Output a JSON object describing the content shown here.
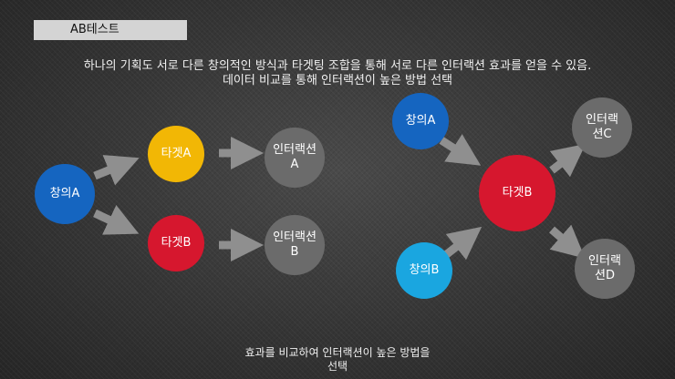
{
  "header": {
    "tag": "AB테스트"
  },
  "description": {
    "line1": "하나의 기획도 서로 다른 창의적인 방식과 타겟팅 조합을 통해 서로 다른 인터랙션 효과를 얻을  수 있음.",
    "line2": "데이터 비교를 통해 인터랙션이 높은 방법 선택"
  },
  "left_diagram": {
    "source": "창의A",
    "target_a": "타겟A",
    "target_b": "타겟B",
    "result_a": "인터랙션\nA",
    "result_b": "인터랙션\nB"
  },
  "right_diagram": {
    "source_a": "창의A",
    "source_b": "창의B",
    "target": "타겟B",
    "result_c": "인터랙\n션C",
    "result_d": "인터랙\n션D"
  },
  "footer": {
    "line1": "효과를 비교하여 인터랙션이 높은 방법을",
    "line2": "선택"
  },
  "colors": {
    "blue": "#1565c0",
    "yellow": "#f2b705",
    "red": "#d6172e",
    "gray": "#6b6b6b",
    "light_blue": "#1aa6e0",
    "arrow": "#8f8f8f"
  }
}
